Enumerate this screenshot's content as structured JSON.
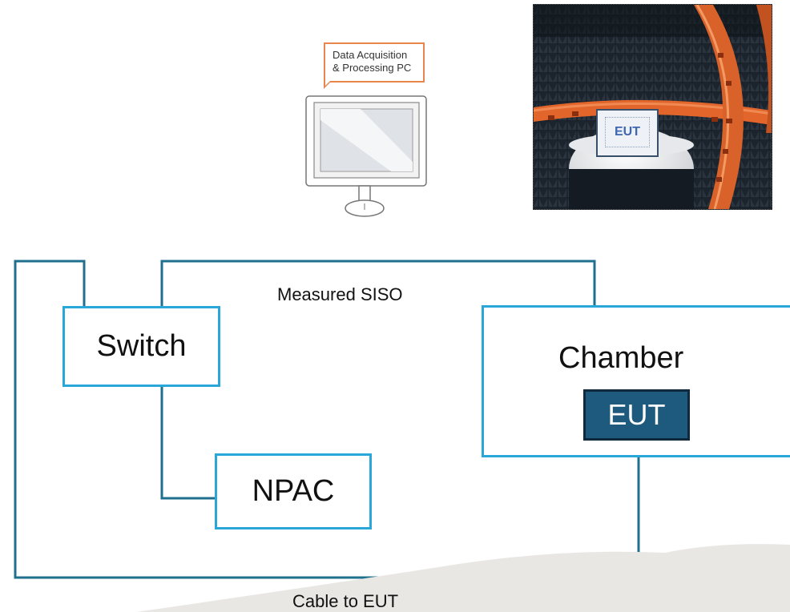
{
  "pc_callout": {
    "line1": "Data Acquisition",
    "line2": "& Processing PC"
  },
  "chamber_photo": {
    "eut_label": "EUT"
  },
  "diagram": {
    "switch_label": "Switch",
    "npac_label": "NPAC",
    "chamber_label": "Chamber",
    "eut_label": "EUT",
    "measured_siso_label": "Measured SISO",
    "cable_label": "Cable to EUT"
  },
  "colors": {
    "box_border": "#29a7d8",
    "connector": "#1f6f8e",
    "eut_fill": "#1d5a7d",
    "callout_border": "#e8864e"
  }
}
